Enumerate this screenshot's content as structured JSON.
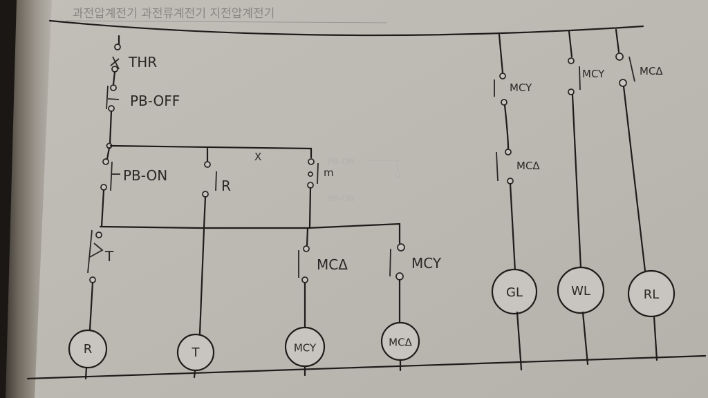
{
  "header_note": "과전압계전기  과전류계전기  지전압계전기",
  "diagram": {
    "title": "Star-Delta Starter Control Circuit (hand-drawn)",
    "contacts": {
      "thr": "THR",
      "pb_off": "PB-OFF",
      "pb_on": "PB-ON",
      "r_contact": "R",
      "m_contact": "m",
      "timer_contact": "T",
      "mcd_interlock": "MCΔ",
      "mcy_interlock": "MCY",
      "lamp_gl_contact_1": "MCY",
      "lamp_gl_contact_2": "MCΔ",
      "lamp_wl_contact": "MCY",
      "lamp_rl_contact": "MCΔ"
    },
    "coils": {
      "r": "R",
      "t": "T",
      "mcy": "MCY",
      "mcd": "MCΔ"
    },
    "lamps": {
      "gl": "GL",
      "wl": "WL",
      "rl": "RL"
    },
    "ghost_marks": [
      "PB-ON",
      "PB-ON"
    ]
  }
}
